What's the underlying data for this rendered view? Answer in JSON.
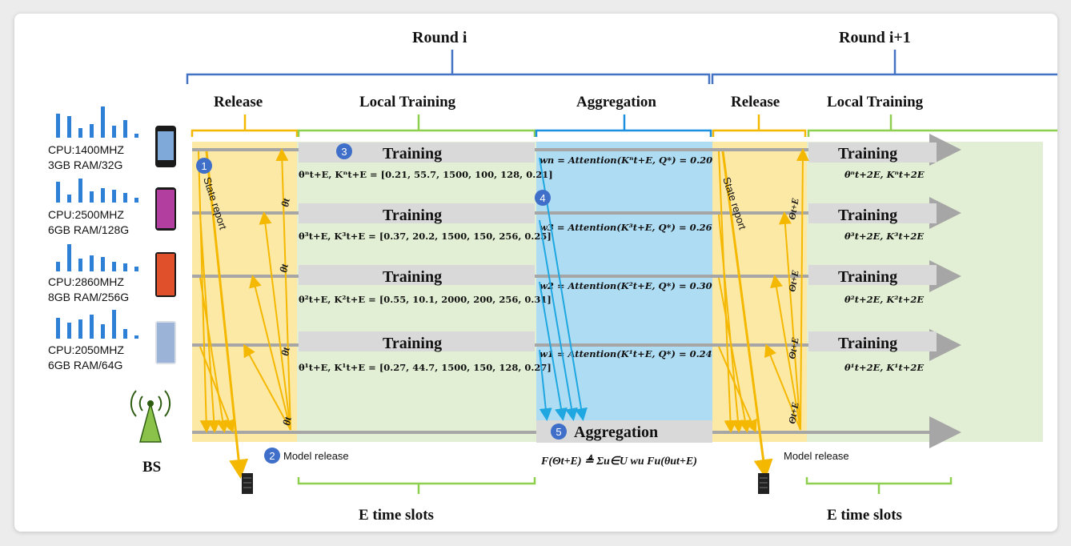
{
  "rounds": {
    "round_i": "Round i",
    "round_i_plus_1": "Round i+1"
  },
  "phases": {
    "release": "Release",
    "local_training": "Local Training",
    "aggregation": "Aggregation",
    "release_2": "Release",
    "local_training_2": "Local Training"
  },
  "devices": [
    {
      "cpu": "CPU:1400MHZ",
      "mem": "3GB RAM/32G"
    },
    {
      "cpu": "CPU:2500MHZ",
      "mem": "6GB RAM/128G"
    },
    {
      "cpu": "CPU:2860MHZ",
      "mem": "8GB RAM/256G"
    },
    {
      "cpu": "CPU:2050MHZ",
      "mem": "6GB RAM/64G"
    }
  ],
  "bs_label": "BS",
  "steps": {
    "s1": "1",
    "s1_label": "State report",
    "s2": "2",
    "s2_label": "Model release",
    "s3": "3",
    "s4": "4",
    "s5": "5",
    "s5_label": "Aggregation",
    "model_release_2": "Model release",
    "state_report_2": "State report"
  },
  "training_label": "Training",
  "theta_t": "θt",
  "theta_tE": "Θt+E",
  "rows": [
    {
      "state": "θⁿt+E, Kⁿt+E = [0.21, 55.7, 1500, 100, 128, 0.21]",
      "weight": "wn = Attention(Kⁿt+E, Q*) = 0.20",
      "next": "θⁿt+2E, Kⁿt+2E"
    },
    {
      "state": "θ³t+E, K³t+E = [0.37, 20.2, 1500, 150, 256, 0.25]",
      "weight": "w3 = Attention(K³t+E, Q*) = 0.26",
      "next": "θ³t+2E, K³t+2E"
    },
    {
      "state": "θ²t+E, K²t+E = [0.55, 10.1, 2000, 200, 256, 0.31]",
      "weight": "w2 = Attention(K²t+E, Q*) = 0.30",
      "next": "θ²t+2E, K²t+2E"
    },
    {
      "state": "θ¹t+E, K¹t+E = [0.27, 44.7, 1500, 150, 128, 0.27]",
      "weight": "w1 = Attention(K¹t+E, Q*) = 0.24",
      "next": "θ¹t+2E, K¹t+2E"
    }
  ],
  "aggregation_formula": "F(Θt+E) ≜ Σu∈U wu Fu(θut+E)",
  "time_slots": "E time slots",
  "time_slots_2": "E time slots",
  "colors": {
    "release_fill": "#fde9a6",
    "training_fill": "#e2efd4",
    "aggregation_fill": "#aedcf3",
    "round_brace": "#4472c4",
    "release_brace": "#f5b800",
    "training_brace": "#8fcf4f",
    "agg_brace": "#1e90e0",
    "timeline": "#a6a6a6",
    "arrow_yellow": "#f5b800",
    "arrow_blue": "#1ea7e1",
    "step_badge": "#3f6fc8"
  }
}
